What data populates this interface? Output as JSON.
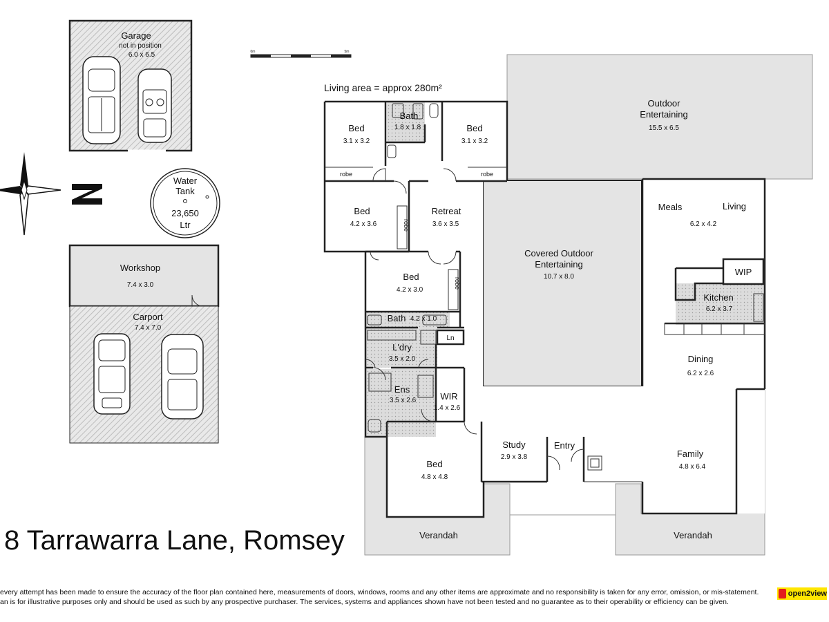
{
  "rooms": {
    "garage": {
      "name": "Garage",
      "note": "not in position",
      "size": "6.0 x 6.5"
    },
    "water_tank": {
      "name": "Water Tank",
      "name_line1": "Water",
      "name_line2": "Tank",
      "capacity": "23,650",
      "unit": "Ltr"
    },
    "workshop": {
      "name": "Workshop",
      "size": "7.4 x 3.0"
    },
    "carport": {
      "name": "Carport",
      "size": "7.4 x 7.0"
    },
    "bed_top_left": {
      "name": "Bed",
      "size": "3.1 x 3.2",
      "robe": "robe"
    },
    "bath_top": {
      "name": "Bath",
      "size": "1.8 x 1.8"
    },
    "bed_top_right": {
      "name": "Bed",
      "size": "3.1 x 3.2",
      "robe": "robe"
    },
    "bed_mid_left": {
      "name": "Bed",
      "size": "4.2 x 3.6",
      "robe": "robe"
    },
    "retreat": {
      "name": "Retreat",
      "size": "3.6 x 3.5"
    },
    "bed_mid": {
      "name": "Bed",
      "size": "4.2 x 3.0",
      "robe": "robe"
    },
    "bath_mid": {
      "name": "Bath",
      "size": "4.2 x 1.0"
    },
    "linen": {
      "name": "Ln"
    },
    "laundry": {
      "name": "L'dry",
      "size": "3.5 x 2.0"
    },
    "ensuite": {
      "name": "Ens",
      "size": "3.5 x 2.6"
    },
    "wir": {
      "name": "WIR",
      "size": "1.4 x 2.6"
    },
    "bed_master": {
      "name": "Bed",
      "size": "4.8 x 4.8"
    },
    "study": {
      "name": "Study",
      "size": "2.9 x 3.8"
    },
    "entry": {
      "name": "Entry"
    },
    "outdoor_entertaining": {
      "name_line1": "Outdoor",
      "name_line2": "Entertaining",
      "size": "15.5 x 6.5"
    },
    "covered_outdoor": {
      "name_line1": "Covered Outdoor",
      "name_line2": "Entertaining",
      "size": "10.7 x 8.0"
    },
    "meals": {
      "name": "Meals"
    },
    "living": {
      "name": "Living",
      "size": "6.2 x 4.2"
    },
    "wip": {
      "name": "WIP"
    },
    "kitchen": {
      "name": "Kitchen",
      "size": "6.2 x 3.7"
    },
    "dining": {
      "name": "Dining",
      "size": "6.2 x 2.6"
    },
    "family": {
      "name": "Family",
      "size": "4.8 x 6.4"
    },
    "verandah_left": {
      "name": "Verandah"
    },
    "verandah_right": {
      "name": "Verandah"
    }
  },
  "plan": {
    "living_area": "Living area = approx 280m²",
    "scale_start": "0m",
    "scale_end": "5m",
    "north_label": "N"
  },
  "address": "8 Tarrawarra Lane, Romsey",
  "disclaimer": {
    "line1": "every attempt has been made to ensure the accuracy of the floor plan contained here, measurements of doors, windows, rooms and any other items are approximate and no responsibility is taken for any error, omission, or mis-statement.",
    "line2": "an is for illustrative purposes only and should be used as such by any prospective purchaser. The services, systems and appliances shown have not been tested and no guarantee as to their operability or efficiency can be given."
  },
  "brand": {
    "name": "open2view"
  },
  "colors": {
    "outdoor_fill": "#e4e4e4",
    "hatch": "#bdbdbd",
    "tile": "#d8d8d8",
    "wall": "#222222",
    "brand_yellow": "#ffe600",
    "brand_red": "#e31d1d"
  }
}
